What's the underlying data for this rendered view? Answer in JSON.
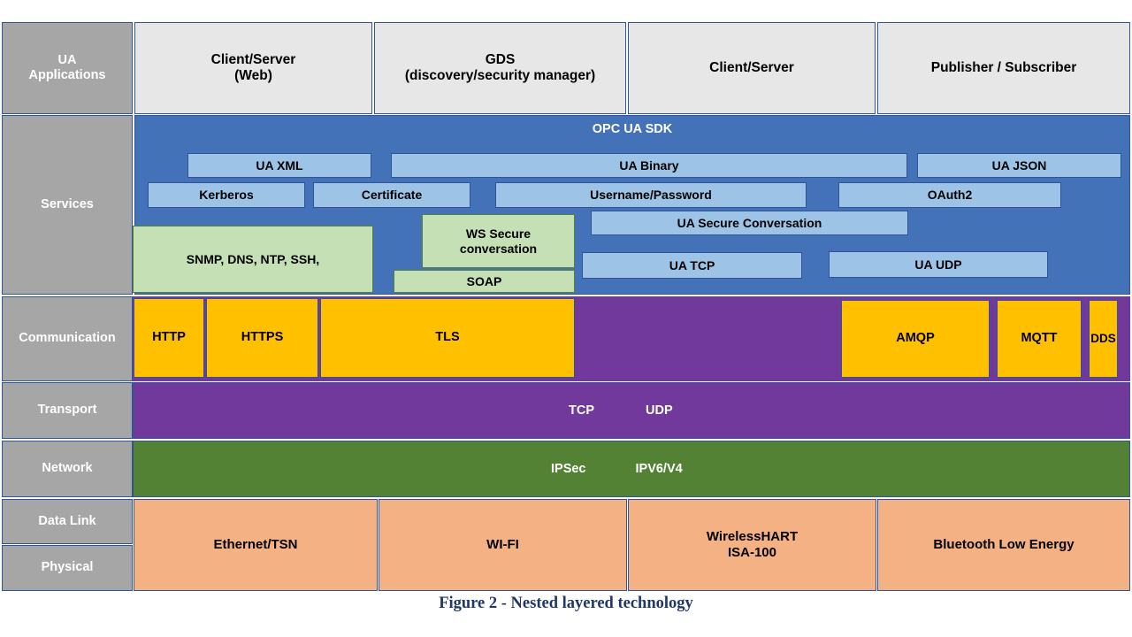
{
  "figure": {
    "caption": "Figure 2 - Nested layered technology"
  },
  "colors": {
    "layer_label": "#A6A6A6",
    "application": "#E7E7E7",
    "sdk_blue": "#4472B8",
    "protocol_blue": "#9DC3E6",
    "green": "#C5E0B4",
    "orange": "#FFC000",
    "purple": "#70399B",
    "network_green": "#548235",
    "peach": "#F4B183",
    "border": "#2F5597",
    "caption": "#1F3864"
  },
  "layers": [
    {
      "id": "ua-applications",
      "label": "UA\nApplications"
    },
    {
      "id": "services",
      "label": "Services"
    },
    {
      "id": "communication",
      "label": "Communication"
    },
    {
      "id": "transport",
      "label": "Transport"
    },
    {
      "id": "network",
      "label": "Network"
    },
    {
      "id": "data-link",
      "label": "Data Link"
    },
    {
      "id": "physical",
      "label": "Physical"
    }
  ],
  "applications": [
    {
      "id": "client-server-web",
      "label": "Client/Server\n(Web)"
    },
    {
      "id": "gds",
      "label": "GDS\n(discovery/security manager)"
    },
    {
      "id": "client-server",
      "label": "Client/Server"
    },
    {
      "id": "publisher-subscriber",
      "label": "Publisher / Subscriber"
    }
  ],
  "services": {
    "sdk_title": "OPC UA SDK",
    "encodings": [
      {
        "id": "ua-xml",
        "label": "UA XML"
      },
      {
        "id": "ua-binary",
        "label": "UA Binary"
      },
      {
        "id": "ua-json",
        "label": "UA JSON"
      }
    ],
    "authentication": [
      {
        "id": "kerberos",
        "label": "Kerberos"
      },
      {
        "id": "certificate",
        "label": "Certificate"
      },
      {
        "id": "username-password",
        "label": "Username/Password"
      },
      {
        "id": "oauth2",
        "label": "OAuth2"
      }
    ],
    "secure_channel": [
      {
        "id": "ws-secure-conversation",
        "label": "WS Secure\nconversation"
      },
      {
        "id": "ua-secure-conversation",
        "label": "UA Secure Conversation"
      }
    ],
    "support_protocols": [
      {
        "id": "snmp-dns-ntp-ssh",
        "label": "SNMP, DNS, NTP, SSH,"
      },
      {
        "id": "soap",
        "label": "SOAP"
      }
    ],
    "ua_transports": [
      {
        "id": "ua-tcp",
        "label": "UA TCP"
      },
      {
        "id": "ua-udp",
        "label": "UA UDP"
      }
    ]
  },
  "communication": [
    {
      "id": "http",
      "label": "HTTP"
    },
    {
      "id": "https",
      "label": "HTTPS"
    },
    {
      "id": "tls",
      "label": "TLS"
    },
    {
      "id": "amqp",
      "label": "AMQP"
    },
    {
      "id": "mqtt",
      "label": "MQTT"
    },
    {
      "id": "dds",
      "label": "DDS"
    }
  ],
  "transport": [
    {
      "id": "tcp",
      "label": "TCP"
    },
    {
      "id": "udp",
      "label": "UDP"
    }
  ],
  "network": [
    {
      "id": "ipsec",
      "label": "IPSec"
    },
    {
      "id": "ipv6v4",
      "label": "IPV6/V4"
    }
  ],
  "physical_media": [
    {
      "id": "ethernet-tsn",
      "label": "Ethernet/TSN"
    },
    {
      "id": "wifi",
      "label": "WI-FI"
    },
    {
      "id": "wirelesshart-isa100",
      "label": "WirelessHART\nISA-100"
    },
    {
      "id": "bluetooth-low-energy",
      "label": "Bluetooth Low Energy"
    }
  ]
}
